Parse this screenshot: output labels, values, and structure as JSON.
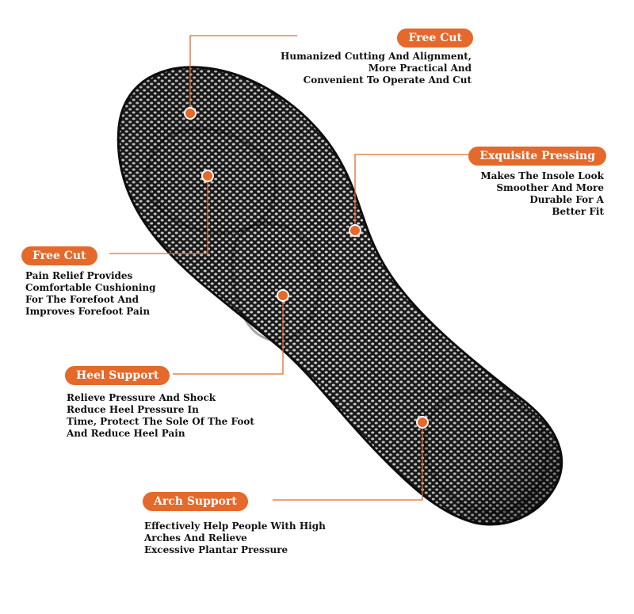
{
  "colors": {
    "accent": "#e4692a",
    "sole_base": "#1c1c1c",
    "sole_dots": "#d8d8d8"
  },
  "callouts": [
    {
      "title": "Free Cut",
      "lines": [
        "Humanized Cutting And Alignment,",
        "More Practical And",
        "Convenient To Operate And Cut"
      ]
    },
    {
      "title": "Exquisite Pressing",
      "lines": [
        "Makes The Insole Look",
        "Smoother And More",
        "Durable For A",
        "Better Fit"
      ]
    },
    {
      "title": "Free Cut",
      "lines": [
        "Pain Relief Provides",
        "Comfortable Cushioning",
        "For The Forefoot And",
        "Improves Forefoot Pain"
      ]
    },
    {
      "title": "Heel Support",
      "lines": [
        "Relieve Pressure And Shock",
        "Reduce Heel Pressure In",
        "Time, Protect The Sole Of The Foot",
        "And Reduce Heel Pain"
      ]
    },
    {
      "title": "Arch Support",
      "lines": [
        "Effectively Help People With High",
        "Arches And Relieve",
        "Excessive Plantar Pressure"
      ]
    }
  ]
}
